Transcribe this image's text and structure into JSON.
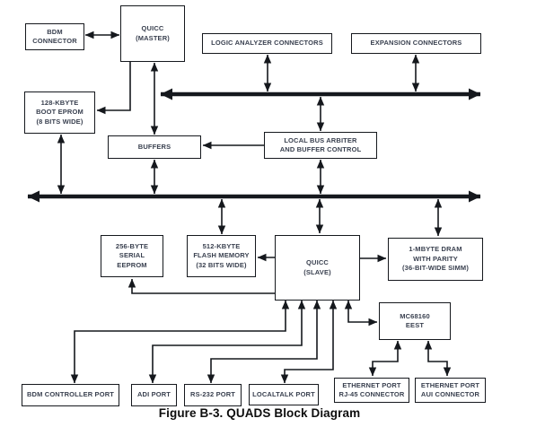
{
  "figure": {
    "caption": "Figure B-3. QUADS Block Diagram",
    "colors": {
      "line": "#15181d",
      "text": "#3a4150",
      "background": "#ffffff"
    },
    "blocks": {
      "bdm_connector": {
        "label": "BDM\nCONNECTOR"
      },
      "quicc_master": {
        "label": "QUICC\n(MASTER)"
      },
      "logic_analyzer_connectors": {
        "label": "LOGIC ANALYZER CONNECTORS"
      },
      "expansion_connectors": {
        "label": "EXPANSION CONNECTORS"
      },
      "boot_eprom": {
        "label": "128-KBYTE\nBOOT EPROM\n(8 BITS WIDE)"
      },
      "buffers": {
        "label": "BUFFERS"
      },
      "local_bus_arbiter": {
        "label": "LOCAL BUS ARBITER\nAND BUFFER CONTROL"
      },
      "serial_eeprom": {
        "label": "256-BYTE\nSERIAL\nEEPROM"
      },
      "flash_memory": {
        "label": "512-KBYTE\nFLASH MEMORY\n(32 BITS WIDE)"
      },
      "quicc_slave": {
        "label": "QUICC\n(SLAVE)"
      },
      "dram": {
        "label": "1-MBYTE DRAM\nWITH PARITY\n(36-BIT-WIDE SIMM)"
      },
      "eest": {
        "label": "MC68160\nEEST"
      },
      "bdm_controller_port": {
        "label": "BDM CONTROLLER PORT"
      },
      "adi_port": {
        "label": "ADI PORT"
      },
      "rs232_port": {
        "label": "RS-232 PORT"
      },
      "localtalk_port": {
        "label": "LOCALTALK PORT"
      },
      "ethernet_rj45": {
        "label": "ETHERNET PORT\nRJ-45 CONNECTOR"
      },
      "ethernet_aui": {
        "label": "ETHERNET PORT\nAUI CONNECTOR"
      }
    }
  }
}
